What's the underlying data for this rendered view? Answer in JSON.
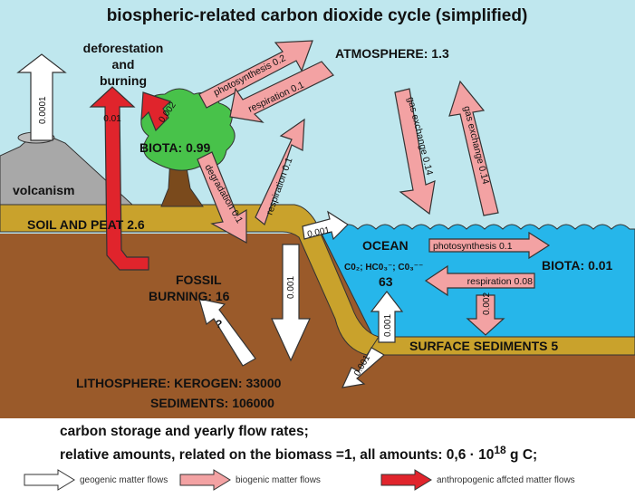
{
  "title": "biospheric-related carbon dioxide cycle (simplified)",
  "reservoirs": {
    "atmosphere": "ATMOSPHERE: 1.3",
    "biota_land": "BIOTA: 0.99",
    "deforestation": [
      "deforestation",
      "and",
      "burning"
    ],
    "volcanism": "volcanism",
    "soil": "SOIL AND PEAT 2.6",
    "ocean": "OCEAN",
    "ocean_species": "C0₂; HC0₃⁻; C0₃⁻⁻",
    "ocean_amount": "63",
    "biota_ocean": "BIOTA: 0.01",
    "surface_sediments": "SURFACE SEDIMENTS  5",
    "fossil": [
      "FOSSIL",
      "BURNING: 16"
    ],
    "lithosphere": "LITHOSPHERE:  KEROGEN: 33000",
    "sediments": "SEDIMENTS: 106000"
  },
  "flows": {
    "volcanism": "0.0001",
    "fossil_burning": "0.01",
    "deforestation": "0.002",
    "photosynthesis_land": "photosynthesis  0.2",
    "respiration_land_upper": "respiration  0.1",
    "degradation": "degradation  0.1",
    "respiration_soil": "respiration  0.1",
    "gas_exchange_down": "gas exchange  0.14",
    "gas_exchange_up": "gas exchange  0.14",
    "soil_to_ocean": "0.001",
    "soil_to_lithosphere": "0.001",
    "unknown": "?",
    "photosynthesis_ocean": "photosynthesis  0.1",
    "respiration_ocean": "respiration  0.08",
    "ocean_sedimentation": "0.002",
    "sediments_to_ocean": "0.001",
    "sediments_to_lithosphere": "0.001"
  },
  "caption": {
    "line1": "carbon storage and yearly flow rates;",
    "line2_prefix": "relative amounts, related on the biomass =1, all amounts: 0,6 · 10",
    "line2_exp": "18",
    "line2_suffix": " g C;"
  },
  "legend": {
    "geogenic": "geogenic matter flows",
    "biogenic": "biogenic matter flows",
    "anthropogenic": "anthropogenic affcted matter flows"
  },
  "colors": {
    "sky": "#bfe7ee",
    "ocean": "#26b6ea",
    "soil": "#c9a22c",
    "lithosphere": "#9a5a2a",
    "tree_crown": "#48c24a",
    "trunk": "#7a4a1c",
    "volcano": "#a8a8a8",
    "geogenic_arrow": "#ffffff",
    "biogenic_arrow": "#f3a2a3",
    "anthropogenic_arrow": "#e0242c"
  }
}
